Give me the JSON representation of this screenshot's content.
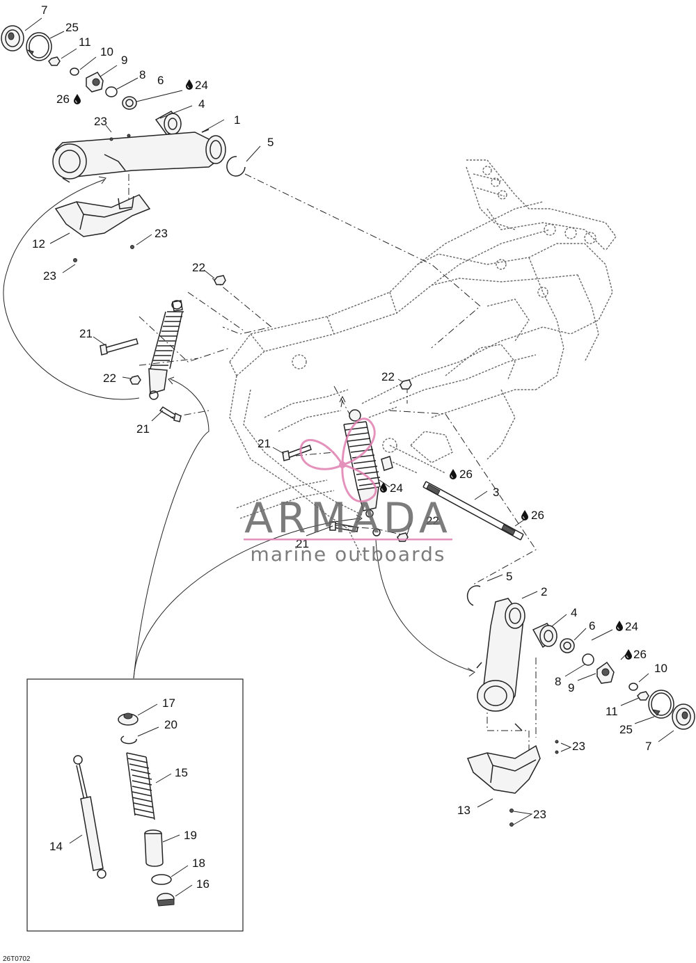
{
  "callouts": {
    "c1": "1",
    "c2": "2",
    "c3": "3",
    "c4a": "4",
    "c4b": "4",
    "c5a": "5",
    "c5b": "5",
    "c6a": "6",
    "c6b": "6",
    "c7a": "7",
    "c7b": "7",
    "c8a": "8",
    "c8b": "8",
    "c9a": "9",
    "c9b": "9",
    "c10a": "10",
    "c10b": "10",
    "c11a": "11",
    "c11b": "11",
    "c12": "12",
    "c13": "13",
    "c14": "14",
    "c15": "15",
    "c16": "16",
    "c17": "17",
    "c18": "18",
    "c19": "19",
    "c20": "20",
    "c21a": "21",
    "c21b": "21",
    "c21c": "21",
    "c21d": "21",
    "c22a": "22",
    "c22b": "22",
    "c22c": "22",
    "c22d": "22",
    "c23a": "23",
    "c23b": "23",
    "c23c": "23",
    "c23d": "23",
    "c23e": "23",
    "c24a": "24",
    "c24b": "24",
    "c24c": "24",
    "c25a": "25",
    "c25b": "25",
    "c26a": "26",
    "c26b": "26",
    "c26c": "26",
    "c26d": "26"
  },
  "watermark": {
    "brand": "ARMADA",
    "tagline": "marine outboards",
    "logo_color": "#e07fb0"
  },
  "drawing_code": "26T0702",
  "icons": {
    "lubricant": "oil-drop-icon",
    "logo": "propeller-logo-icon"
  }
}
